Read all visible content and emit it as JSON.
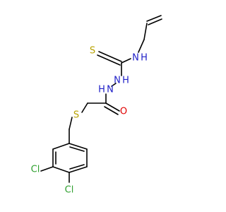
{
  "molecule": {
    "atoms": [
      {
        "id": "S1",
        "label": "S",
        "element": "S"
      },
      {
        "id": "N1",
        "label": "N",
        "element": "N"
      },
      {
        "id": "H1",
        "label": "H",
        "element": "H"
      },
      {
        "id": "N2",
        "label": "N",
        "element": "N"
      },
      {
        "id": "H2",
        "label": "H",
        "element": "H"
      },
      {
        "id": "N3",
        "label": "N",
        "element": "N"
      },
      {
        "id": "H3",
        "label": "H",
        "element": "H"
      },
      {
        "id": "O1",
        "label": "O",
        "element": "O"
      },
      {
        "id": "S2",
        "label": "S",
        "element": "S"
      },
      {
        "id": "Cl1",
        "label": "Cl",
        "element": "Cl"
      },
      {
        "id": "Cl2",
        "label": "Cl",
        "element": "Cl"
      }
    ],
    "colors": {
      "bond": "#000000",
      "S": "#b8a200",
      "N": "#2020c8",
      "H": "#2020c8",
      "O": "#e00000",
      "Cl": "#2fa02f"
    }
  }
}
